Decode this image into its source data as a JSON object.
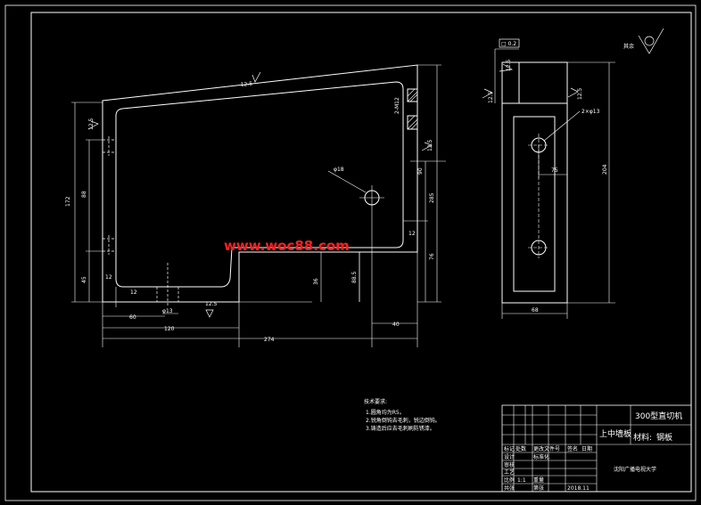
{
  "watermark": "www.woc88.com",
  "front_view": {
    "dims": {
      "d172": "172",
      "d88": "88",
      "d45": "45",
      "d12a": "12",
      "d12b": "12",
      "d12c": "12",
      "d60": "60",
      "d120": "120",
      "d274": "274",
      "d40": "40",
      "d36": "36",
      "d88_5": "88.5",
      "d76": "76",
      "d90": "90",
      "d285": "285",
      "phi18": "φ18",
      "phi13": "φ13",
      "m12": "2-M12",
      "rough_top": "12.5",
      "rough_left": "12.5",
      "rough_right": "12.5",
      "rough_bottom": "12.5"
    }
  },
  "side_view": {
    "dims": {
      "d68": "68",
      "d204": "204",
      "d75": "75",
      "d2phi13": "2×φ13",
      "rough_top": "12.5",
      "rough_left": "12.5",
      "rough_right": "12.5",
      "sq_label": "□ 0.2",
      "other_rough": "其余"
    }
  },
  "notes": {
    "title": "技术要求:",
    "items": [
      "1.圆角均为R5。",
      "2.锐角倒钝去毛刺，锐边倒钝。",
      "3.铸造后应去毛刺刷防锈漆。"
    ]
  },
  "title_block": {
    "part_name": "上中墙板",
    "machine": "300型直切机",
    "material_label": "材料:",
    "material": "钢板",
    "school": "沈阳广播电视大学",
    "date": "2018.11",
    "ratio": "1:1",
    "headers": [
      "标记",
      "处数",
      "更改文件号",
      "签名",
      "日期"
    ],
    "rows": [
      [
        "设计",
        "",
        "标准化",
        ""
      ],
      [
        "审核",
        "",
        "",
        ""
      ],
      [
        "工艺",
        "",
        "",
        ""
      ],
      [
        "比例",
        "1:1",
        "重量",
        ""
      ],
      [
        "共张",
        "",
        "第张",
        "2018.11"
      ]
    ]
  }
}
